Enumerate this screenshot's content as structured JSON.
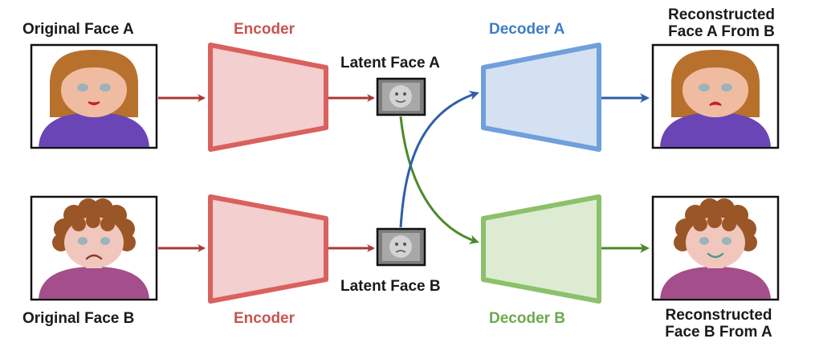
{
  "labels": {
    "original_a": "Original Face A",
    "original_b": "Original Face B",
    "encoder_top": "Encoder",
    "encoder_bottom": "Encoder",
    "latent_a": "Latent Face A",
    "latent_b": "Latent Face B",
    "decoder_a": "Decoder A",
    "decoder_b": "Decoder B",
    "recon_a_line1": "Reconstructed",
    "recon_a_line2": "Face A From B",
    "recon_b_line1": "Reconstructed",
    "recon_b_line2": "Face B From A"
  },
  "colors": {
    "encoder_stroke": "#d9615e",
    "encoder_fill": "#f3cfcf",
    "decoder_a_stroke": "#6fa0db",
    "decoder_a_fill": "#d4e1f3",
    "decoder_b_stroke": "#8cc06a",
    "decoder_b_fill": "#dcebd1",
    "arrow_red": "#a93a34",
    "arrow_blue": "#2f5fa8",
    "arrow_green": "#4b8a2a",
    "face_a_hair": "#b8712d",
    "face_a_skin": "#f0bca1",
    "face_a_shirt": "#6a45b5",
    "face_b_hair": "#9a5626",
    "face_b_skin": "#f1c7bd",
    "face_b_shirt": "#a44e8b"
  }
}
